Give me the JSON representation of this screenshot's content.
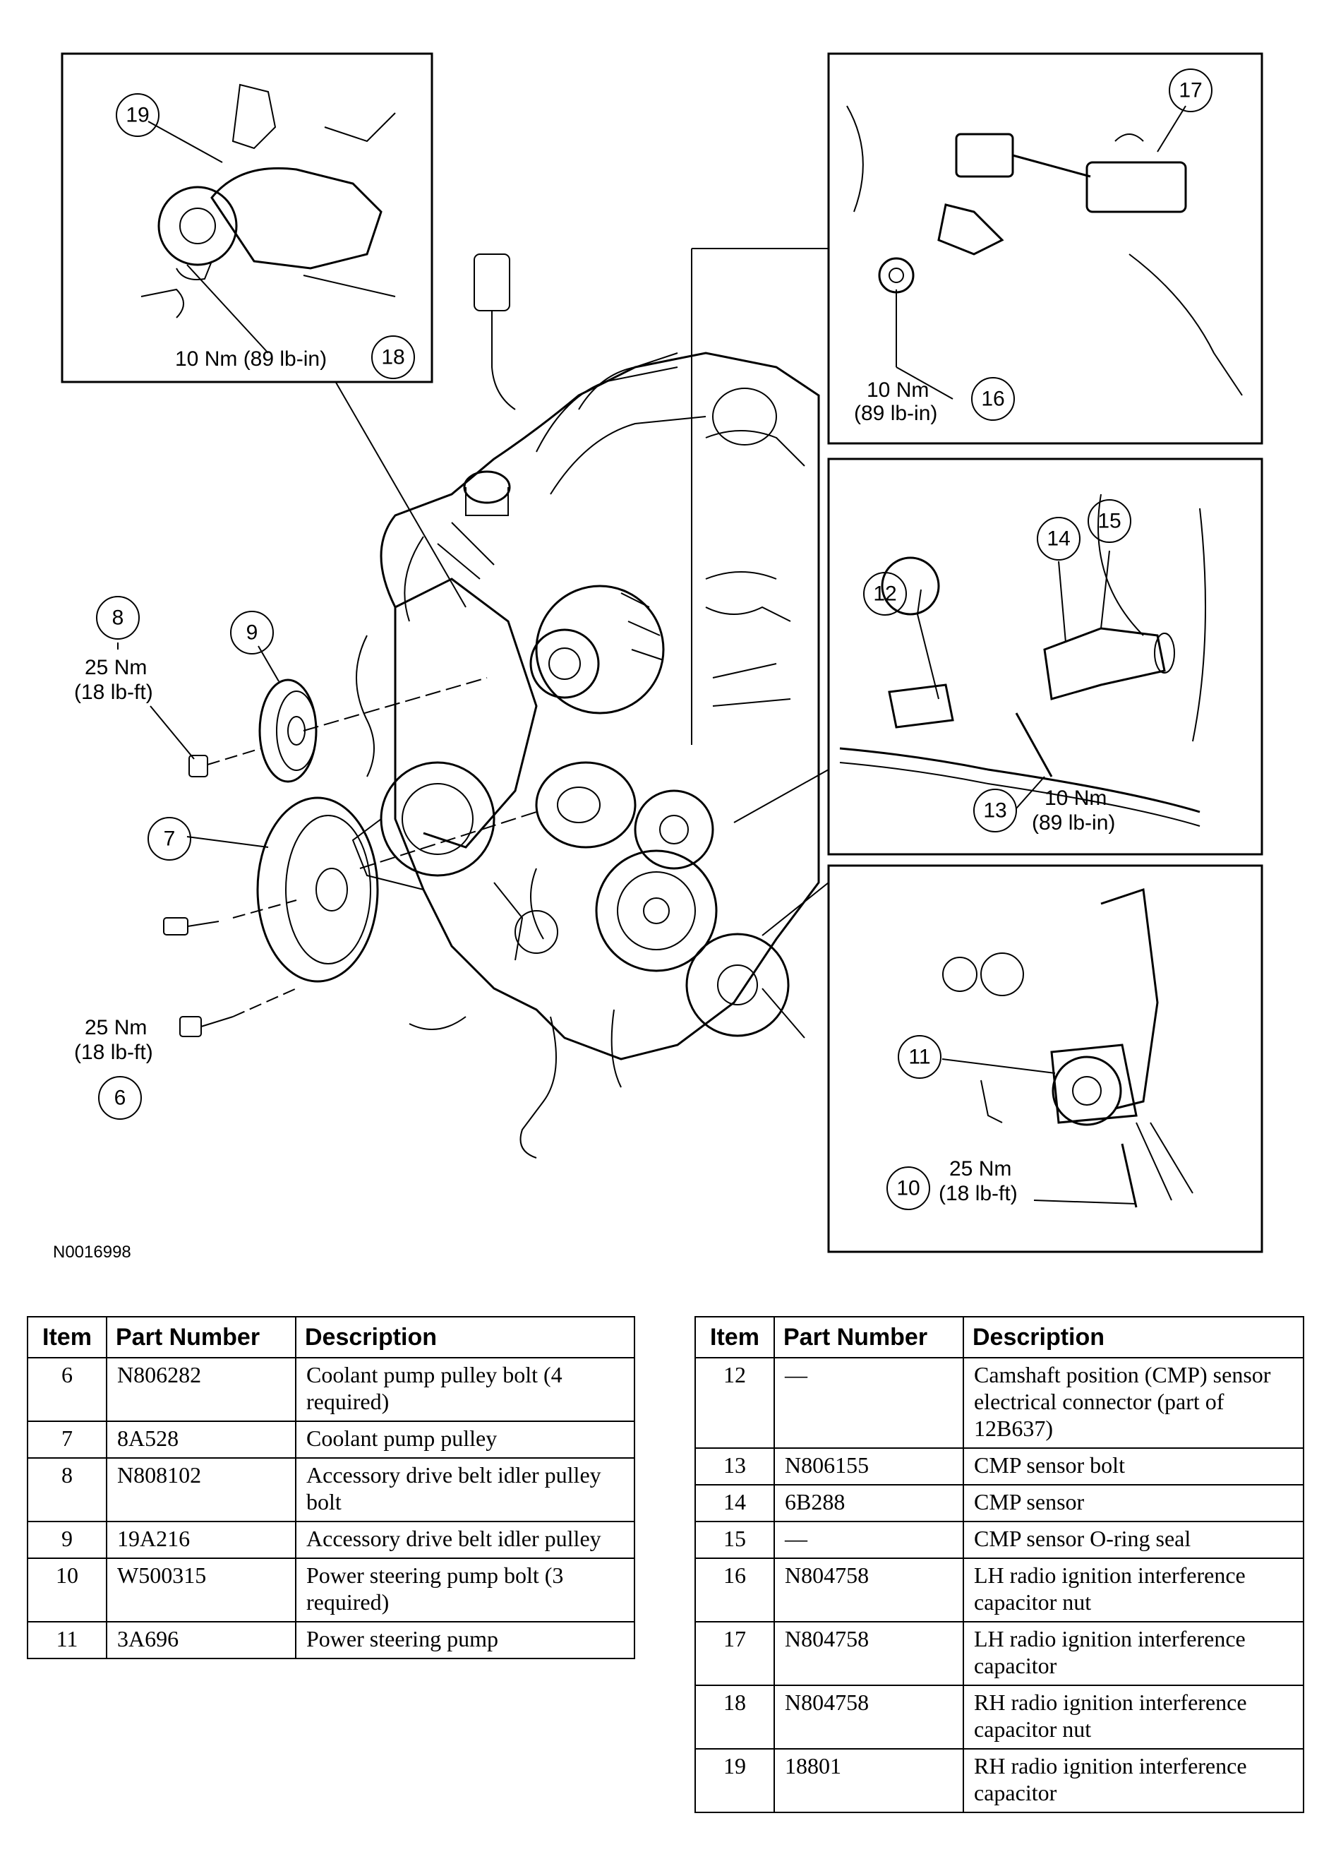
{
  "figure": {
    "reference_code": "N0016998",
    "callouts": [
      {
        "n": "6"
      },
      {
        "n": "7"
      },
      {
        "n": "8"
      },
      {
        "n": "9"
      },
      {
        "n": "10"
      },
      {
        "n": "11"
      },
      {
        "n": "12"
      },
      {
        "n": "13"
      },
      {
        "n": "14"
      },
      {
        "n": "15"
      },
      {
        "n": "16"
      },
      {
        "n": "17"
      },
      {
        "n": "18"
      },
      {
        "n": "19"
      }
    ],
    "torque": {
      "t18": "10 Nm (89 lb-in)",
      "t16_nm": "10 Nm",
      "t16_lb": "(89 lb-in)",
      "t8_nm": "25 Nm",
      "t8_lb": "(18 lb-ft)",
      "t6_nm": "25 Nm",
      "t6_lb": "(18 lb-ft)",
      "t13_nm": "10 Nm",
      "t13_lb": "(89 lb-in)",
      "t10_nm": "25 Nm",
      "t10_lb": "(18 lb-ft)"
    }
  },
  "table_headers": {
    "item": "Item",
    "part_number": "Part Number",
    "description": "Description"
  },
  "table_left": [
    {
      "item": "6",
      "part": "N806282",
      "desc": "Coolant pump pulley bolt (4 required)"
    },
    {
      "item": "7",
      "part": "8A528",
      "desc": "Coolant pump pulley"
    },
    {
      "item": "8",
      "part": "N808102",
      "desc": "Accessory drive belt idler pulley bolt"
    },
    {
      "item": "9",
      "part": "19A216",
      "desc": "Accessory drive belt idler pulley"
    },
    {
      "item": "10",
      "part": "W500315",
      "desc": "Power steering pump bolt (3 required)"
    },
    {
      "item": "11",
      "part": "3A696",
      "desc": "Power steering pump"
    }
  ],
  "table_right": [
    {
      "item": "12",
      "part": "—",
      "desc": "Camshaft position (CMP) sensor electrical connector (part of 12B637)"
    },
    {
      "item": "13",
      "part": "N806155",
      "desc": "CMP sensor bolt"
    },
    {
      "item": "14",
      "part": "6B288",
      "desc": "CMP sensor"
    },
    {
      "item": "15",
      "part": "—",
      "desc": "CMP sensor O-ring seal"
    },
    {
      "item": "16",
      "part": "N804758",
      "desc": "LH radio ignition interference capacitor nut"
    },
    {
      "item": "17",
      "part": "N804758",
      "desc": "LH radio ignition interference capacitor"
    },
    {
      "item": "18",
      "part": "N804758",
      "desc": "RH radio ignition interference capacitor nut"
    },
    {
      "item": "19",
      "part": "18801",
      "desc": "RH radio ignition interference capacitor"
    }
  ]
}
